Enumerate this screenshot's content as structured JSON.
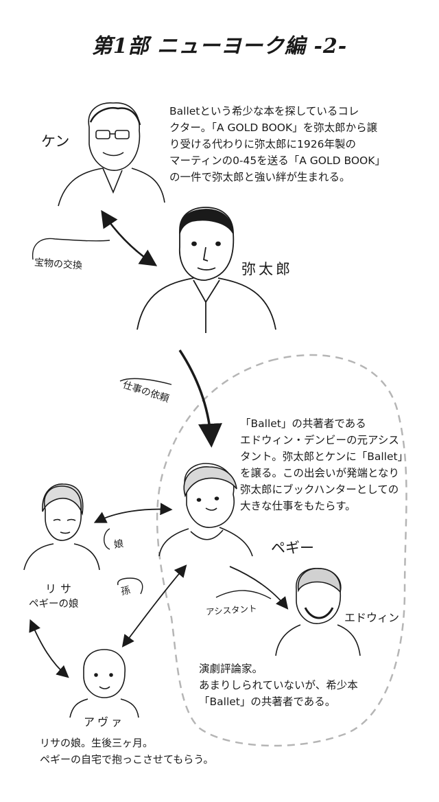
{
  "title": "第1部 ニューヨーク編 -2-",
  "characters": {
    "ken": {
      "name": "ケン",
      "description": [
        "Balletという希少な本を探しているコレ",
        "クター。「A GOLD BOOK」を弥太郎から譲",
        "り受ける代わりに弥太郎に1926年製の",
        "マーティンの0-45を送る「A GOLD BOOK」",
        "の一件で弥太郎と強い絆が生まれる。"
      ]
    },
    "yataro": {
      "name": "弥太郎"
    },
    "peggy": {
      "name": "ペギー",
      "description": [
        "「Ballet」の共著者である",
        "エドウィン・デンビーの元アシス",
        "タント。弥太郎とケンに「Ballet」",
        "を譲る。この出会いが発端となり",
        "弥太郎にブックハンターとしての",
        "大きな仕事をもたらす。"
      ]
    },
    "lisa": {
      "name": "リサ",
      "subtitle": "ペギーの娘"
    },
    "edwin": {
      "name": "エドウィン",
      "description": [
        "演劇評論家。",
        "あまりしられていないが、希少本",
        "「Ballet」の共著者である。"
      ]
    },
    "ava": {
      "name": "アヴァ",
      "description": [
        "リサの娘。生後三ヶ月。",
        "ペギーの自宅で抱っこさせてもらう。"
      ]
    }
  },
  "relations": {
    "ken_yataro": "宝物の交換",
    "yataro_peggy": "仕事の依頼",
    "peggy_lisa": "娘",
    "peggy_ava": "孫",
    "peggy_edwin": "アシスタント"
  }
}
